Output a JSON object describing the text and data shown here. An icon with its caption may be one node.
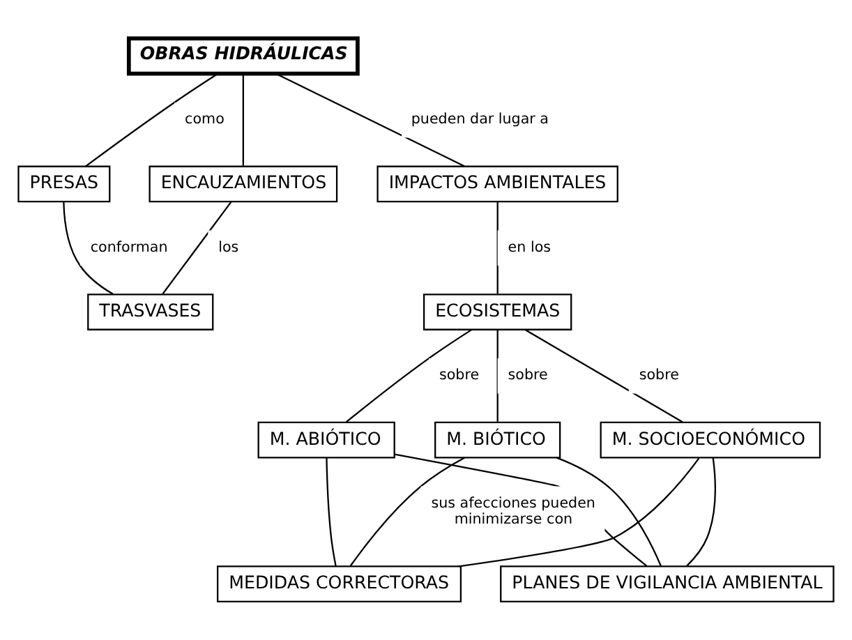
{
  "diagram": {
    "nodes": [
      {
        "text": [
          "OBRAS HIDRÁULICAS"
        ]
      },
      {
        "text": [
          "PRESAS"
        ]
      },
      {
        "text": [
          "ENCAUZAMIENTOS"
        ]
      },
      {
        "text": [
          "TRASVASES"
        ]
      },
      {
        "text": [
          "IMPACTOS AMBIENTALES"
        ]
      },
      {
        "text": [
          "ECOSISTEMAS"
        ]
      },
      {
        "text": [
          "M. ABIÓTICO"
        ]
      },
      {
        "text": [
          "M. BIÓTICO"
        ]
      },
      {
        "text": [
          "M. SOCIOECONÓMICO"
        ]
      },
      {
        "text": [
          "MEDIDAS CORRECTORAS"
        ]
      },
      {
        "text": [
          "PLANES DE VIGILANCIA AMBIENTAL"
        ]
      }
    ],
    "edges": [
      {
        "from": 0,
        "to": 1,
        "arrow": "none",
        "label": "como"
      },
      {
        "from": 0,
        "to": 2,
        "arrow": "none"
      },
      {
        "from": 1,
        "to": 3,
        "arrow": "none",
        "label": "conforman"
      },
      {
        "from": 2,
        "to": 3,
        "arrow": "none",
        "label": "los"
      },
      {
        "from": 0,
        "to": 4,
        "arrow": "none",
        "label": "pueden dar lugar a"
      },
      {
        "from": 4,
        "to": 5,
        "arrow": "none",
        "label": "en los"
      },
      {
        "from": 5,
        "to": 6,
        "arrow": "none",
        "label": "sobre"
      },
      {
        "from": 5,
        "to": 7,
        "arrow": "none",
        "label": "sobre"
      },
      {
        "from": 5,
        "to": 8,
        "arrow": "none",
        "label": "sobre"
      },
      {
        "from": 6,
        "to": 9,
        "arrow": "none"
      },
      {
        "from": 6,
        "to": 10,
        "arrow": "none"
      },
      {
        "from": 7,
        "to": 9,
        "arrow": "none",
        "label": "sus afecciones pueden minimizarse con"
      },
      {
        "from": 7,
        "to": 10,
        "arrow": "none"
      },
      {
        "from": 8,
        "to": 9,
        "arrow": "none"
      },
      {
        "from": 8,
        "to": 10,
        "arrow": "none"
      }
    ]
  }
}
